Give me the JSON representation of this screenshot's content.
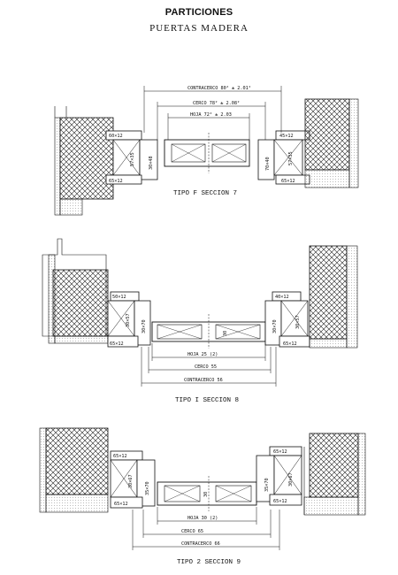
{
  "header": {
    "title": "PARTICIONES",
    "subtitle": "PUERTAS MADERA"
  },
  "sections": [
    {
      "caption": "TIPO F  SECCION 7",
      "dims": {
        "contracerco": "CONTRACERCO  80² ± 2.01²",
        "cerco": "CERCO  78² ± 2.08²",
        "hoja": "HOJA  72² ± 2.03"
      },
      "parts": {
        "left_top": "60×12",
        "left_jamb": "57×35",
        "left_jamb2": "30×48",
        "left_bottom": "65×12",
        "right_top": "45×12",
        "right_jamb": "70×40",
        "right_jamb2": "57×35",
        "right_bottom": "65×12"
      }
    },
    {
      "caption": "TIPO I  SECCION 8",
      "dims": {
        "hoja": "HOJA  25 (2)",
        "cerco": "CERCO  55",
        "contracerco": "CONTRACERCO  56"
      },
      "parts": {
        "left_top": "50×12",
        "left_jamb": "30×57",
        "left_jamb2": "30×70",
        "left_bottom": "65×12",
        "leaf_mid": "30",
        "right_top": "40×12",
        "right_jamb": "30×70",
        "right_jamb2": "30×57",
        "right_bottom": "65×12"
      }
    },
    {
      "caption": "TIPO 2  SECCION 9",
      "dims": {
        "hoja": "HOJA  30 (2)",
        "cerco": "CERCO  65",
        "contracerco": "CONTRACERCO  66"
      },
      "parts": {
        "left_top": "65×12",
        "left_jamb": "30×67",
        "left_jamb2": "35×70",
        "left_bottom": "65×12",
        "leaf_mid": "30",
        "right_top": "65×12",
        "right_jamb": "35×70",
        "right_jamb2": "30×67",
        "right_bottom": "65×12"
      }
    }
  ]
}
